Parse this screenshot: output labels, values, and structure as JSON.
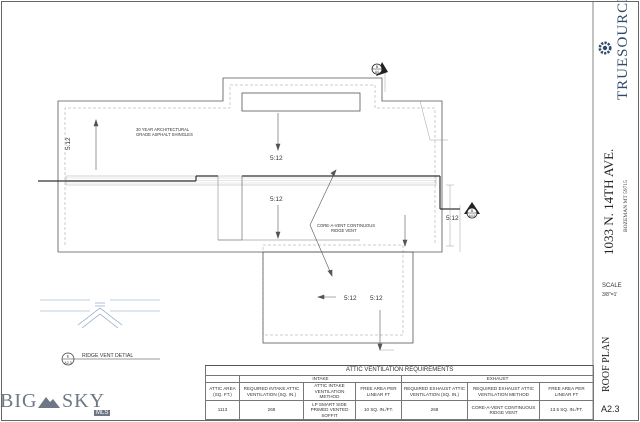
{
  "title_block": {
    "company": "TRUESOURCE",
    "address": "1033 N. 14TH AVE.",
    "city": "BOZEMAN MT 59715",
    "scale_label": "SCALE",
    "scale_value": "3/8\"=1'",
    "sheet_title": "ROOF PLAN",
    "sheet_number": "A2.3"
  },
  "plan": {
    "shingle_note_line1": "30 YEAR ARCHITECTURAL",
    "shingle_note_line2": "GRADE ASPHALT SHINGLES",
    "ridge_note_line1": "CORE-A-VENT CONTINUOUS",
    "ridge_note_line2": "RIDGE VENT",
    "pitch_labels": [
      "5:12",
      "5:12",
      "5:12",
      "5:12",
      "5:12",
      "5:12"
    ],
    "section_marker_top": {
      "letter": "B",
      "sheet": "A4"
    },
    "section_marker_right": {
      "letter": "B",
      "sheet": "A4.5"
    }
  },
  "detail": {
    "marker_letter": "E",
    "marker_sheet": "A2.3",
    "title": "RIDGE VENT DETIAL"
  },
  "table": {
    "title": "ATTIC VENTILATION REQUIREMENTS",
    "intake_label": "INTAKE",
    "exhaust_label": "EXHAUST",
    "headers": [
      "ATTIC AREA (SQ. FT.)",
      "REQUIRED INTAKE ATTIC VENTILATION (SQ. IN.)",
      "ATTIC INTAKE VENTILATION METHOD",
      "FREE AREA PER LINEAR FT",
      "REQUIRED EXHAUST ATTIC VENTILATION (SQ. IN.)",
      "REQUIRED EXHAUST ATTIC VENTILATION METHOD",
      "FREE AREA PER LINEAR FT"
    ],
    "row": [
      "1113",
      "268",
      "LP SMART SIDE PRIMED VENTED SOFFIT",
      "10 SQ. IN./FT.",
      "268",
      "CORE-A-VENT CONTINUOUS RIDGE VENT",
      "13.5 SQ. IN./FT."
    ]
  },
  "watermark": {
    "brand_big": "BIG",
    "brand_sky": "SKY",
    "mls": "MLS"
  },
  "colors": {
    "linework": "#555555",
    "dashed": "#9a9a9a",
    "hatch": "#bdbdbd",
    "watermark": "#6d7785"
  }
}
